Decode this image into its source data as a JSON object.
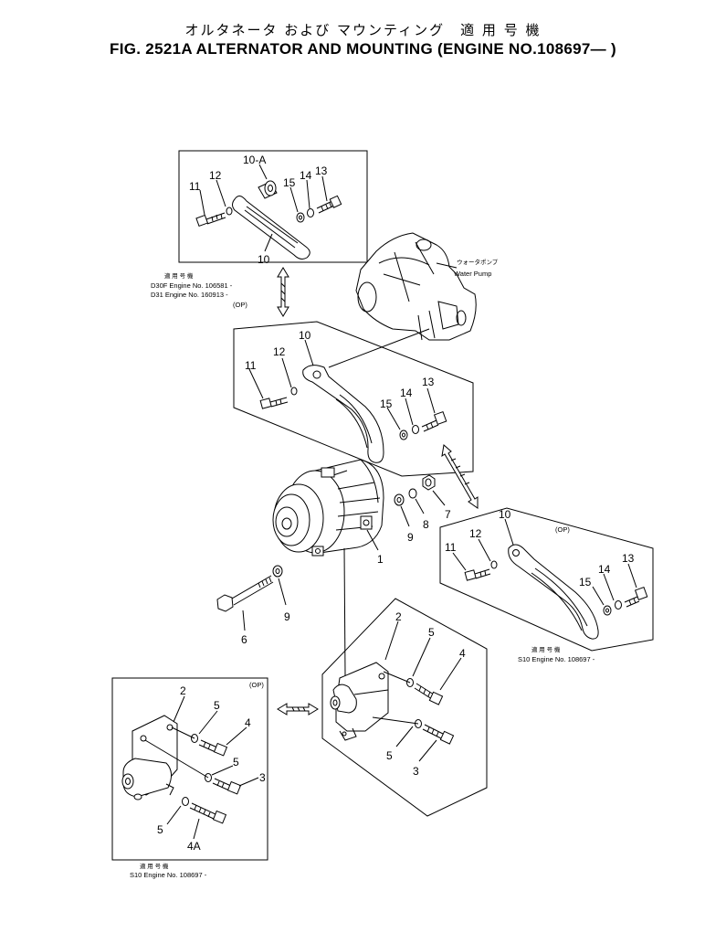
{
  "header": {
    "title_jp": "オルタネータ および マウンティング　適 用 号 機",
    "title_en": "FIG. 2521A  ALTERNATOR AND MOUNTING (ENGINE NO.108697— )"
  },
  "callouts": {
    "top_box": [
      "10-A",
      "12",
      "11",
      "15",
      "14",
      "13",
      "10"
    ],
    "upper_box": [
      "10",
      "12",
      "11",
      "15",
      "14",
      "13"
    ],
    "alternator": [
      "1",
      "7",
      "8",
      "9",
      "6",
      "9"
    ],
    "right_box": [
      "10",
      "12",
      "11",
      "14",
      "13",
      "15"
    ],
    "bracket_center": [
      "2",
      "5",
      "4",
      "5",
      "3"
    ],
    "bracket_left": [
      "2",
      "5",
      "4",
      "5",
      "3",
      "5",
      "4A"
    ]
  },
  "notes": {
    "top_box_caption_jp": "適 用 号 機",
    "top_box_line1": "D30F Engine No. 106581 -",
    "top_box_line2": "D31  Engine No. 160913 -",
    "top_box_line3": "(OP)",
    "water_pump_jp": "ウォータポンプ",
    "water_pump_en": "Water Pump",
    "right_box_op": "(OP)",
    "right_box_caption_jp": "適 用 号 機",
    "right_box_engine": "S10 Engine No. 108697 -",
    "left_box_op": "(OP)",
    "left_box_caption_jp": "適 用 号 機",
    "left_box_engine": "S10 Engine No. 108697 -"
  },
  "colors": {
    "line": "#000000",
    "background": "#ffffff"
  }
}
